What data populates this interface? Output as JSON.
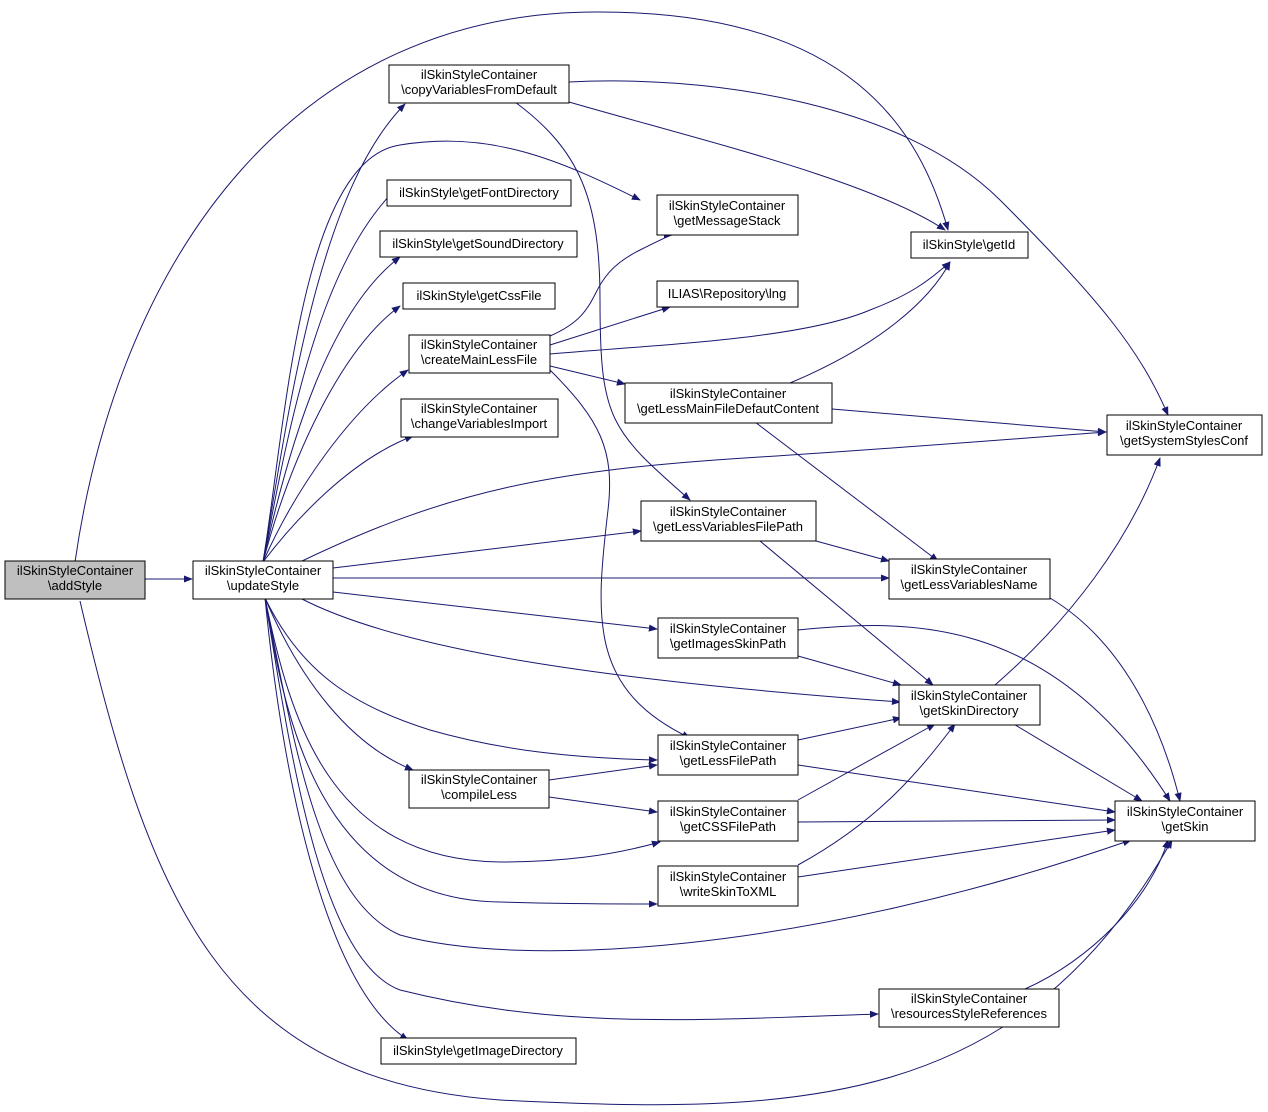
{
  "diagram": {
    "edge_color": "#191970",
    "node_border_color": "#000000",
    "root_fill_color": "#bfbfbf",
    "nodes": {
      "addStyle": [
        "ilSkinStyleContainer",
        "\\addStyle"
      ],
      "updateStyle": [
        "ilSkinStyleContainer",
        "\\updateStyle"
      ],
      "copyVariablesFromDefault": [
        "ilSkinStyleContainer",
        "\\copyVariablesFromDefault"
      ],
      "getFontDirectory": [
        "ilSkinStyle\\getFontDirectory"
      ],
      "getSoundDirectory": [
        "ilSkinStyle\\getSoundDirectory"
      ],
      "getCssFile": [
        "ilSkinStyle\\getCssFile"
      ],
      "createMainLessFile": [
        "ilSkinStyleContainer",
        "\\createMainLessFile"
      ],
      "changeVariablesImport": [
        "ilSkinStyleContainer",
        "\\changeVariablesImport"
      ],
      "compileLess": [
        "ilSkinStyleContainer",
        "\\compileLess"
      ],
      "getImageDirectory": [
        "ilSkinStyle\\getImageDirectory"
      ],
      "getMessageStack": [
        "ilSkinStyleContainer",
        "\\getMessageStack"
      ],
      "lng": [
        "ILIAS\\Repository\\lng"
      ],
      "getLessMainFileDefautContent": [
        "ilSkinStyleContainer",
        "\\getLessMainFileDefautContent"
      ],
      "getLessVariablesFilePath": [
        "ilSkinStyleContainer",
        "\\getLessVariablesFilePath"
      ],
      "getImagesSkinPath": [
        "ilSkinStyleContainer",
        "\\getImagesSkinPath"
      ],
      "getLessFilePath": [
        "ilSkinStyleContainer",
        "\\getLessFilePath"
      ],
      "getCSSFilePath": [
        "ilSkinStyleContainer",
        "\\getCSSFilePath"
      ],
      "writeSkinToXML": [
        "ilSkinStyleContainer",
        "\\writeSkinToXML"
      ],
      "getId": [
        "ilSkinStyle\\getId"
      ],
      "getLessVariablesName": [
        "ilSkinStyleContainer",
        "\\getLessVariablesName"
      ],
      "getSkinDirectory": [
        "ilSkinStyleContainer",
        "\\getSkinDirectory"
      ],
      "resourcesStyleReferences": [
        "ilSkinStyleContainer",
        "\\resourcesStyleReferences"
      ],
      "getSystemStylesConf": [
        "ilSkinStyleContainer",
        "\\getSystemStylesConf"
      ],
      "getSkin": [
        "ilSkinStyleContainer",
        "\\getSkin"
      ]
    },
    "edges": [
      [
        "addStyle",
        "updateStyle"
      ],
      [
        "addStyle",
        "getId"
      ],
      [
        "addStyle",
        "getSkin"
      ],
      [
        "updateStyle",
        "copyVariablesFromDefault"
      ],
      [
        "updateStyle",
        "getMessageStack"
      ],
      [
        "updateStyle",
        "getFontDirectory"
      ],
      [
        "updateStyle",
        "getSoundDirectory"
      ],
      [
        "updateStyle",
        "getCssFile"
      ],
      [
        "updateStyle",
        "createMainLessFile"
      ],
      [
        "updateStyle",
        "changeVariablesImport"
      ],
      [
        "updateStyle",
        "getSystemStylesConf"
      ],
      [
        "updateStyle",
        "getLessVariablesFilePath"
      ],
      [
        "updateStyle",
        "getLessVariablesName"
      ],
      [
        "updateStyle",
        "getImagesSkinPath"
      ],
      [
        "updateStyle",
        "getSkinDirectory"
      ],
      [
        "updateStyle",
        "getLessFilePath"
      ],
      [
        "updateStyle",
        "compileLess"
      ],
      [
        "updateStyle",
        "getCSSFilePath"
      ],
      [
        "updateStyle",
        "writeSkinToXML"
      ],
      [
        "updateStyle",
        "getSkin"
      ],
      [
        "updateStyle",
        "resourcesStyleReferences"
      ],
      [
        "updateStyle",
        "getImageDirectory"
      ],
      [
        "copyVariablesFromDefault",
        "getId"
      ],
      [
        "copyVariablesFromDefault",
        "getSystemStylesConf"
      ],
      [
        "copyVariablesFromDefault",
        "getLessVariablesFilePath"
      ],
      [
        "createMainLessFile",
        "getMessageStack"
      ],
      [
        "createMainLessFile",
        "lng"
      ],
      [
        "createMainLessFile",
        "getId"
      ],
      [
        "createMainLessFile",
        "getLessMainFileDefautContent"
      ],
      [
        "createMainLessFile",
        "getLessFilePath"
      ],
      [
        "getLessMainFileDefautContent",
        "getId"
      ],
      [
        "getLessMainFileDefautContent",
        "getSystemStylesConf"
      ],
      [
        "getLessMainFileDefautContent",
        "getLessVariablesName"
      ],
      [
        "getLessVariablesFilePath",
        "getLessVariablesName"
      ],
      [
        "getLessVariablesFilePath",
        "getSkinDirectory"
      ],
      [
        "getLessVariablesName",
        "getSkin"
      ],
      [
        "getImagesSkinPath",
        "getSkinDirectory"
      ],
      [
        "getImagesSkinPath",
        "getSkin"
      ],
      [
        "getSkinDirectory",
        "getSystemStylesConf"
      ],
      [
        "getSkinDirectory",
        "getSkin"
      ],
      [
        "compileLess",
        "getLessFilePath"
      ],
      [
        "compileLess",
        "getCSSFilePath"
      ],
      [
        "getLessFilePath",
        "getSkinDirectory"
      ],
      [
        "getLessFilePath",
        "getSkin"
      ],
      [
        "getCSSFilePath",
        "getSkinDirectory"
      ],
      [
        "getCSSFilePath",
        "getSkin"
      ],
      [
        "writeSkinToXML",
        "getSkinDirectory"
      ],
      [
        "writeSkinToXML",
        "getSkin"
      ],
      [
        "resourcesStyleReferences",
        "getSkin"
      ]
    ]
  }
}
